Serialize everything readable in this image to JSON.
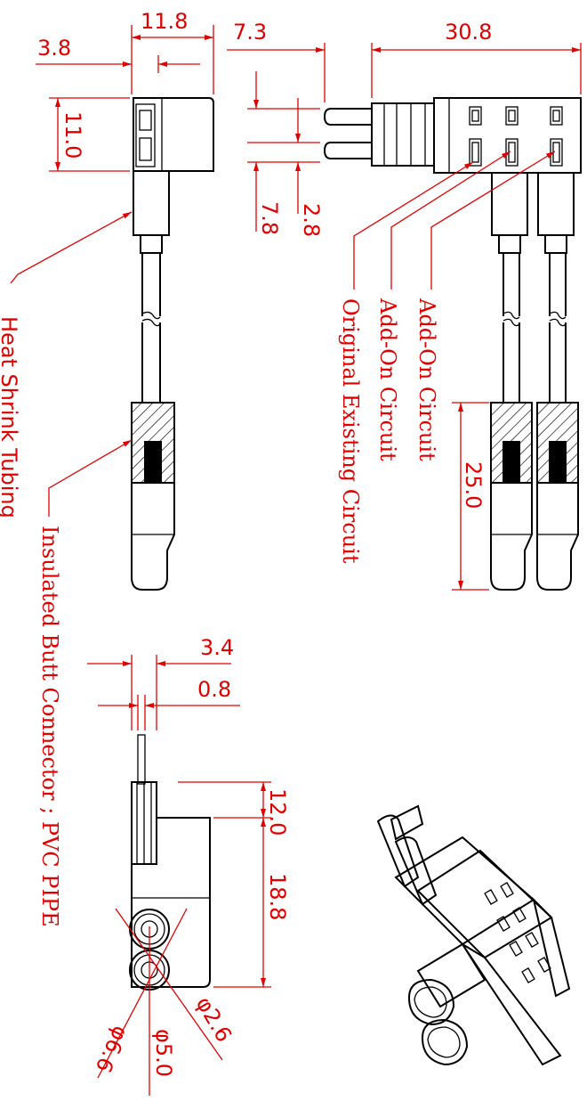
{
  "dimensions": {
    "d_3_8": "3.8",
    "d_11_8": "11.8",
    "d_7_3": "7.3",
    "d_30_8": "30.8",
    "d_11_0": "11.0",
    "d_7_8": "7.8",
    "d_2_8": "2.8",
    "d_25_0": "25.0",
    "d_3_4": "3.4",
    "d_0_8": "0.8",
    "d_12_0": "12.0",
    "d_18_8": "18.8",
    "d_phi_2_6": "φ2.6",
    "d_phi_5_0": "φ5.0",
    "d_phi_6_6": "φ6.6"
  },
  "labels": {
    "heat_shrink": "Heat Shrink Tubing",
    "butt_connector": "Insulated Butt Connector ; PVC PIPE",
    "original_circuit": "Original Existing Circuit",
    "add_on_1": "Add-On Circuit",
    "add_on_2": "Add-On Circuit"
  },
  "colors": {
    "dimension": "#e00000",
    "outline": "#000000"
  }
}
